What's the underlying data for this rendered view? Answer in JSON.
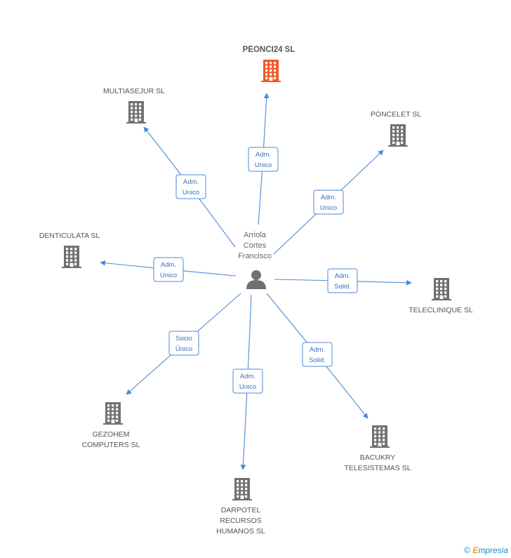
{
  "center": {
    "name_lines": [
      "Arriola",
      "Cortes",
      "Francisco"
    ],
    "icon": "person-icon"
  },
  "companies": [
    {
      "id": "peonci24",
      "lines": [
        "PEONCI24 SL"
      ],
      "main": true,
      "color": "#f05a28"
    },
    {
      "id": "multiasejur",
      "lines": [
        "MULTIASEJUR SL"
      ],
      "main": false,
      "color": "#707070"
    },
    {
      "id": "poncelet",
      "lines": [
        "PONCELET SL"
      ],
      "main": false,
      "color": "#707070"
    },
    {
      "id": "denticulata",
      "lines": [
        "DENTICULATA SL"
      ],
      "main": false,
      "color": "#707070"
    },
    {
      "id": "teleclinique",
      "lines": [
        "TELECLINIQUE SL"
      ],
      "main": false,
      "color": "#707070"
    },
    {
      "id": "gezohem",
      "lines": [
        "GEZOHEM",
        "COMPUTERS  SL"
      ],
      "main": false,
      "color": "#707070"
    },
    {
      "id": "darpotel",
      "lines": [
        "DARPOTEL",
        "RECURSOS",
        "HUMANOS SL"
      ],
      "main": false,
      "color": "#707070"
    },
    {
      "id": "bacukry",
      "lines": [
        "BACUKRY",
        "TELESISTEMAS SL"
      ],
      "main": false,
      "color": "#707070"
    }
  ],
  "edges": [
    {
      "to": "peonci24",
      "lines": [
        "Adm.",
        "Unico"
      ]
    },
    {
      "to": "multiasejur",
      "lines": [
        "Adm.",
        "Unico"
      ]
    },
    {
      "to": "poncelet",
      "lines": [
        "Adm.",
        "Unico"
      ]
    },
    {
      "to": "denticulata",
      "lines": [
        "Adm.",
        "Unico"
      ]
    },
    {
      "to": "teleclinique",
      "lines": [
        "Adm.",
        "Solid."
      ]
    },
    {
      "to": "gezohem",
      "lines": [
        "Socio",
        "Único"
      ]
    },
    {
      "to": "darpotel",
      "lines": [
        "Adm.",
        "Unico"
      ]
    },
    {
      "to": "bacukry",
      "lines": [
        "Adm.",
        "Solid."
      ]
    }
  ],
  "colors": {
    "edge": "#4a8ad8",
    "main": "#f05a28",
    "building": "#707070",
    "person": "#707070"
  },
  "watermark": {
    "copyright": "©",
    "brand_first": "E",
    "brand_rest": "mpresia"
  }
}
